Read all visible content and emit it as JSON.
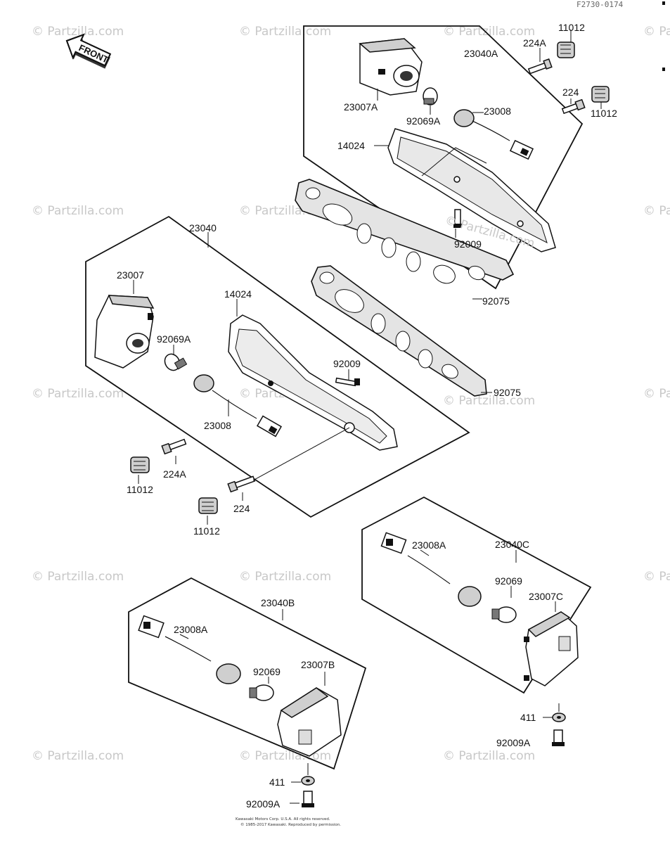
{
  "diagram_code": "F2730-0174",
  "front_label": "FRONT",
  "watermark": "© Partzilla.com",
  "inline_watermark": "© Partzilla.com",
  "groups": {
    "top_right": "23040A",
    "left": "23040",
    "bottom_left": "23040B",
    "bottom_right": "23040C"
  },
  "labels": {
    "l_11012_a": "11012",
    "l_224A_a": "224A",
    "l_23040A": "23040A",
    "l_23007A": "23007A",
    "l_224_a": "224",
    "l_11012_b": "11012",
    "l_92069A_a": "92069A",
    "l_23008_a": "23008",
    "l_14024_a": "14024",
    "l_92009_a": "92009",
    "l_23040": "23040",
    "l_23007": "23007",
    "l_14024_b": "14024",
    "l_92075_a": "92075",
    "l_92069A_b": "92069A",
    "l_92009_b": "92009",
    "l_92075_b": "92075",
    "l_23008_b": "23008",
    "l_224A_b": "224A",
    "l_11012_c": "11012",
    "l_224_b": "224",
    "l_11012_d": "11012",
    "l_23040C": "23040C",
    "l_23008A_a": "23008A",
    "l_92069_a": "92069",
    "l_23007C": "23007C",
    "l_23040B": "23040B",
    "l_23008A_b": "23008A",
    "l_92069_b": "92069",
    "l_23007B": "23007B",
    "l_411_a": "411",
    "l_92009A_a": "92009A",
    "l_411_b": "411",
    "l_92009A_b": "92009A"
  },
  "copyright_lines": [
    "Kawasaki Motors Corp. U.S.A. All rights reserved.",
    "© 1985-2017 Kawasaki. Reproduced by permission."
  ]
}
